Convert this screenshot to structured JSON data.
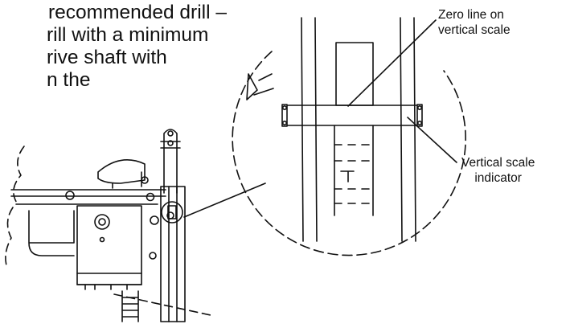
{
  "body_text": {
    "lines": [
      "recommended drill –",
      "rill with a minimum",
      "rive shaft with",
      "n the"
    ]
  },
  "callouts": {
    "zero_line": {
      "line1": "Zero line on",
      "line2": "vertical scale"
    },
    "vertical_scale_indicator": {
      "line1": "Vertical scale",
      "line2": "indicator"
    }
  }
}
